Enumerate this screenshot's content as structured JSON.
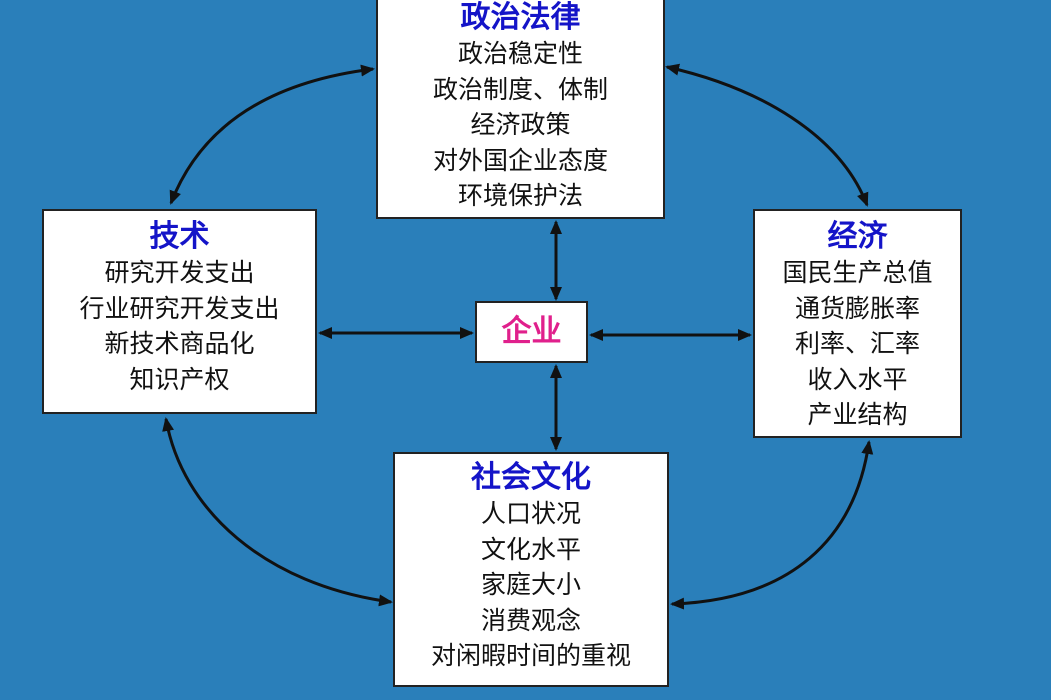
{
  "colors": {
    "background": "#2a7fba",
    "box_fill": "#ffffff",
    "title_blue": "#1414c8",
    "center_magenta": "#e0208c",
    "arrow": "#111111"
  },
  "center": {
    "label": "企业"
  },
  "politics": {
    "title": "政治法律",
    "items": [
      "政治稳定性",
      "政治制度、体制",
      "经济政策",
      "对外国企业态度",
      "环境保护法"
    ]
  },
  "technology": {
    "title": "技术",
    "items": [
      "研究开发支出",
      "行业研究开发支出",
      "新技术商品化",
      "知识产权"
    ]
  },
  "economy": {
    "title": "经济",
    "items": [
      "国民生产总值",
      "通货膨胀率",
      "利率、汇率",
      "收入水平",
      "产业结构"
    ]
  },
  "society": {
    "title": "社会文化",
    "items": [
      "人口状况",
      "文化水平",
      "家庭大小",
      "消费观念",
      "对闲暇时间的重视"
    ]
  }
}
